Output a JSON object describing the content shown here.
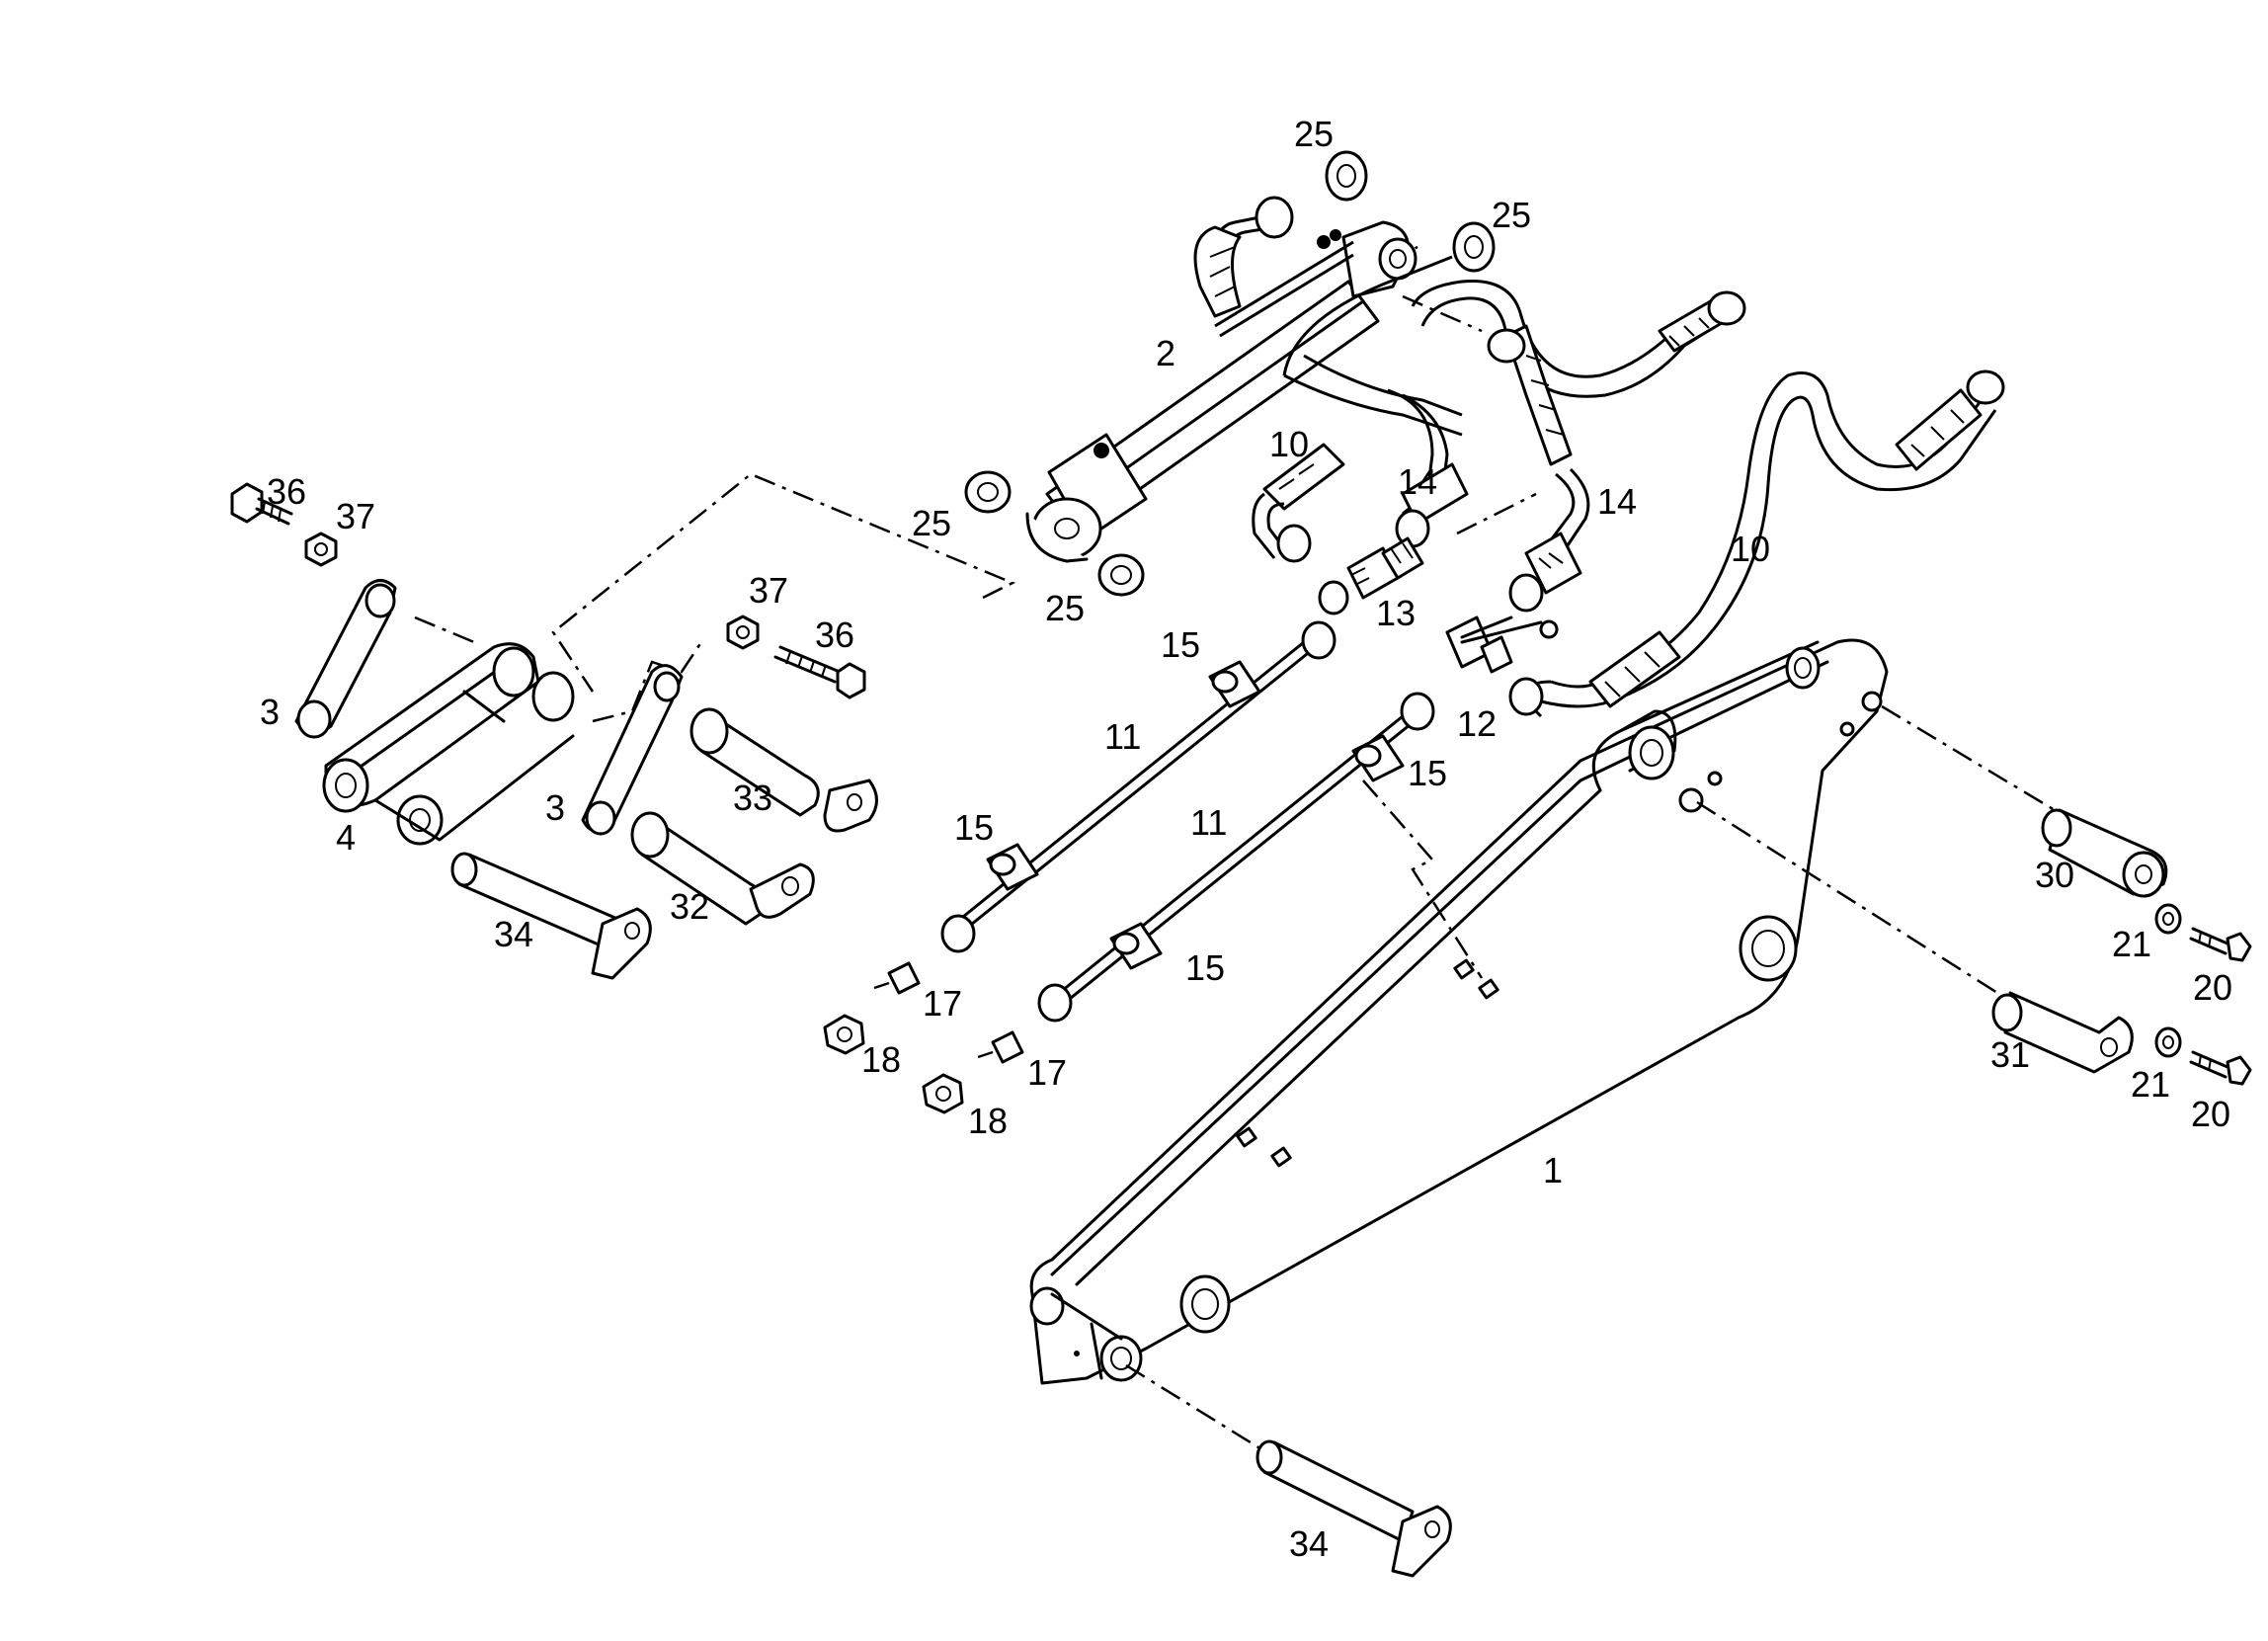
{
  "labels": {
    "boom": "1",
    "cylinder": "2",
    "link_left": "3",
    "link_right": "3",
    "rocker": "4",
    "hose_10_a": "10",
    "hose_10_b": "10",
    "pipe_11_a": "11",
    "pipe_11_b": "11",
    "fitting_12": "12",
    "fitting_13": "13",
    "hose_14_a": "14",
    "hose_14_b": "14",
    "clamp_15_a": "15",
    "clamp_15_b": "15",
    "clamp_15_c": "15",
    "clamp_15_d": "15",
    "nipple_17_a": "17",
    "nipple_17_b": "17",
    "nut_18_a": "18",
    "nut_18_b": "18",
    "bolt_20_a": "20",
    "bolt_20_b": "20",
    "washer_21_a": "21",
    "washer_21_b": "21",
    "washer_25_a": "25",
    "washer_25_b": "25",
    "washer_25_c": "25",
    "washer_25_d": "25",
    "pin_30": "30",
    "pin_31": "31",
    "pin_32": "32",
    "pin_33": "33",
    "pin_34_a": "34",
    "pin_34_b": "34",
    "bolt_36_a": "36",
    "bolt_36_b": "36",
    "nut_37_a": "37",
    "nut_37_b": "37"
  },
  "colors": {
    "ink": "#000000",
    "paper": "#ffffff"
  }
}
